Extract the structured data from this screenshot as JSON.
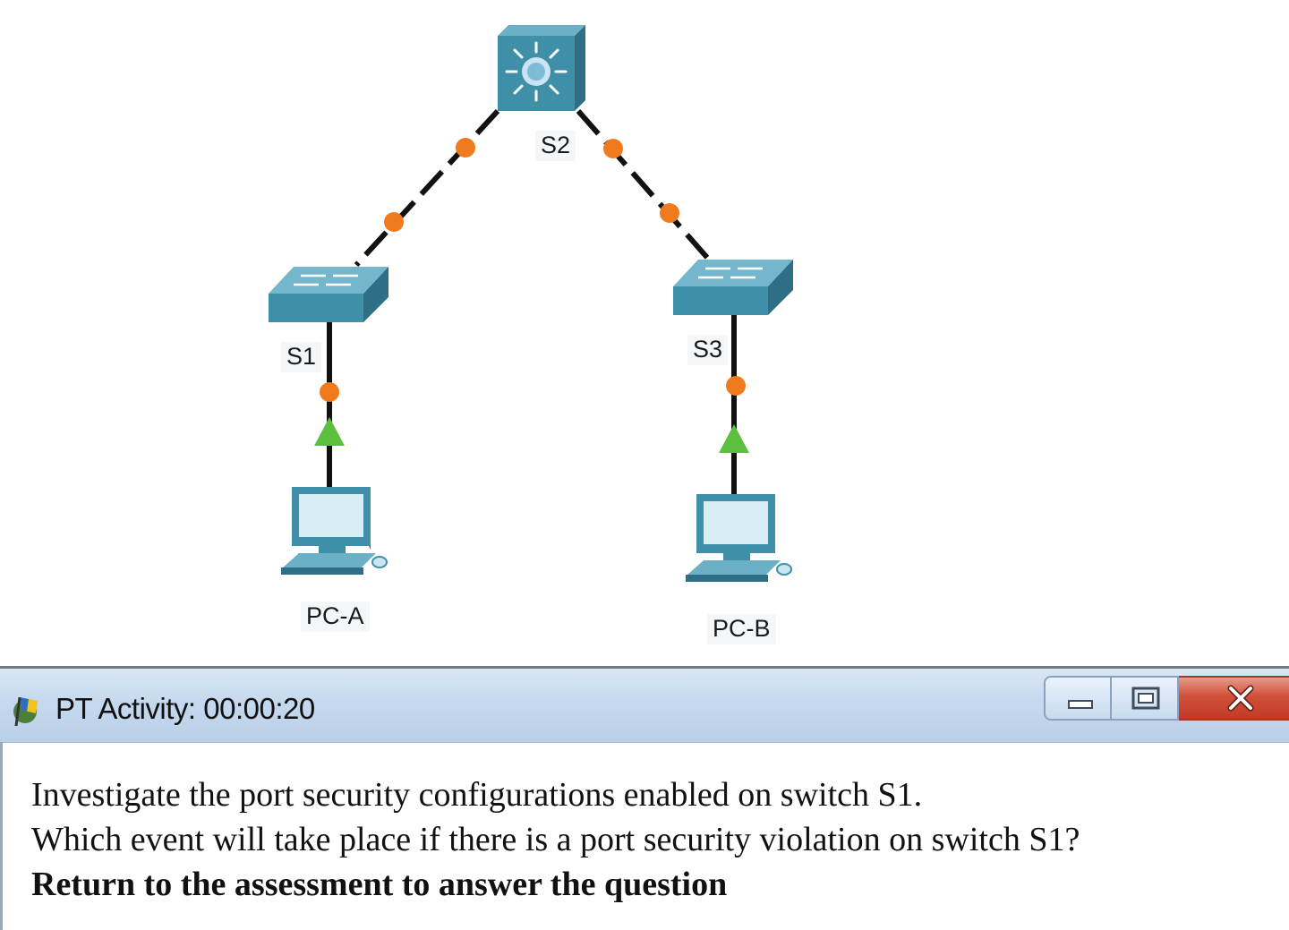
{
  "topology": {
    "devices": [
      {
        "id": "S2",
        "label": "S2",
        "type": "multilayer-switch"
      },
      {
        "id": "S1",
        "label": "S1",
        "type": "switch"
      },
      {
        "id": "S3",
        "label": "S3",
        "type": "switch"
      },
      {
        "id": "PC-A",
        "label": "PC-A",
        "type": "pc"
      },
      {
        "id": "PC-B",
        "label": "PC-B",
        "type": "pc"
      }
    ],
    "links": [
      {
        "from": "S2",
        "to": "S1",
        "style": "crossover-dashed",
        "status_colors": [
          "#f07b1e",
          "#f07b1e"
        ]
      },
      {
        "from": "S2",
        "to": "S3",
        "style": "crossover-dashed",
        "status_colors": [
          "#f07b1e",
          "#f07b1e"
        ]
      },
      {
        "from": "S1",
        "to": "PC-A",
        "style": "straight",
        "status_colors": [
          "#f07b1e",
          "#5cbf3d"
        ]
      },
      {
        "from": "S3",
        "to": "PC-B",
        "style": "straight",
        "status_colors": [
          "#f07b1e",
          "#5cbf3d"
        ]
      }
    ],
    "device_color": "#3f8fa8",
    "link_color": "#111111"
  },
  "window": {
    "title": "PT Activity: 00:00:20",
    "icon": "packet-tracer-activity-icon",
    "controls": {
      "minimize": "minimize-icon",
      "maximize": "maximize-icon",
      "close": "close-icon"
    },
    "instructions": [
      "Investigate the port security configurations enabled on switch S1.",
      "Which event will take place if there is a port security violation on switch S1?"
    ],
    "return_prompt": "Return to the assessment to answer the question"
  }
}
